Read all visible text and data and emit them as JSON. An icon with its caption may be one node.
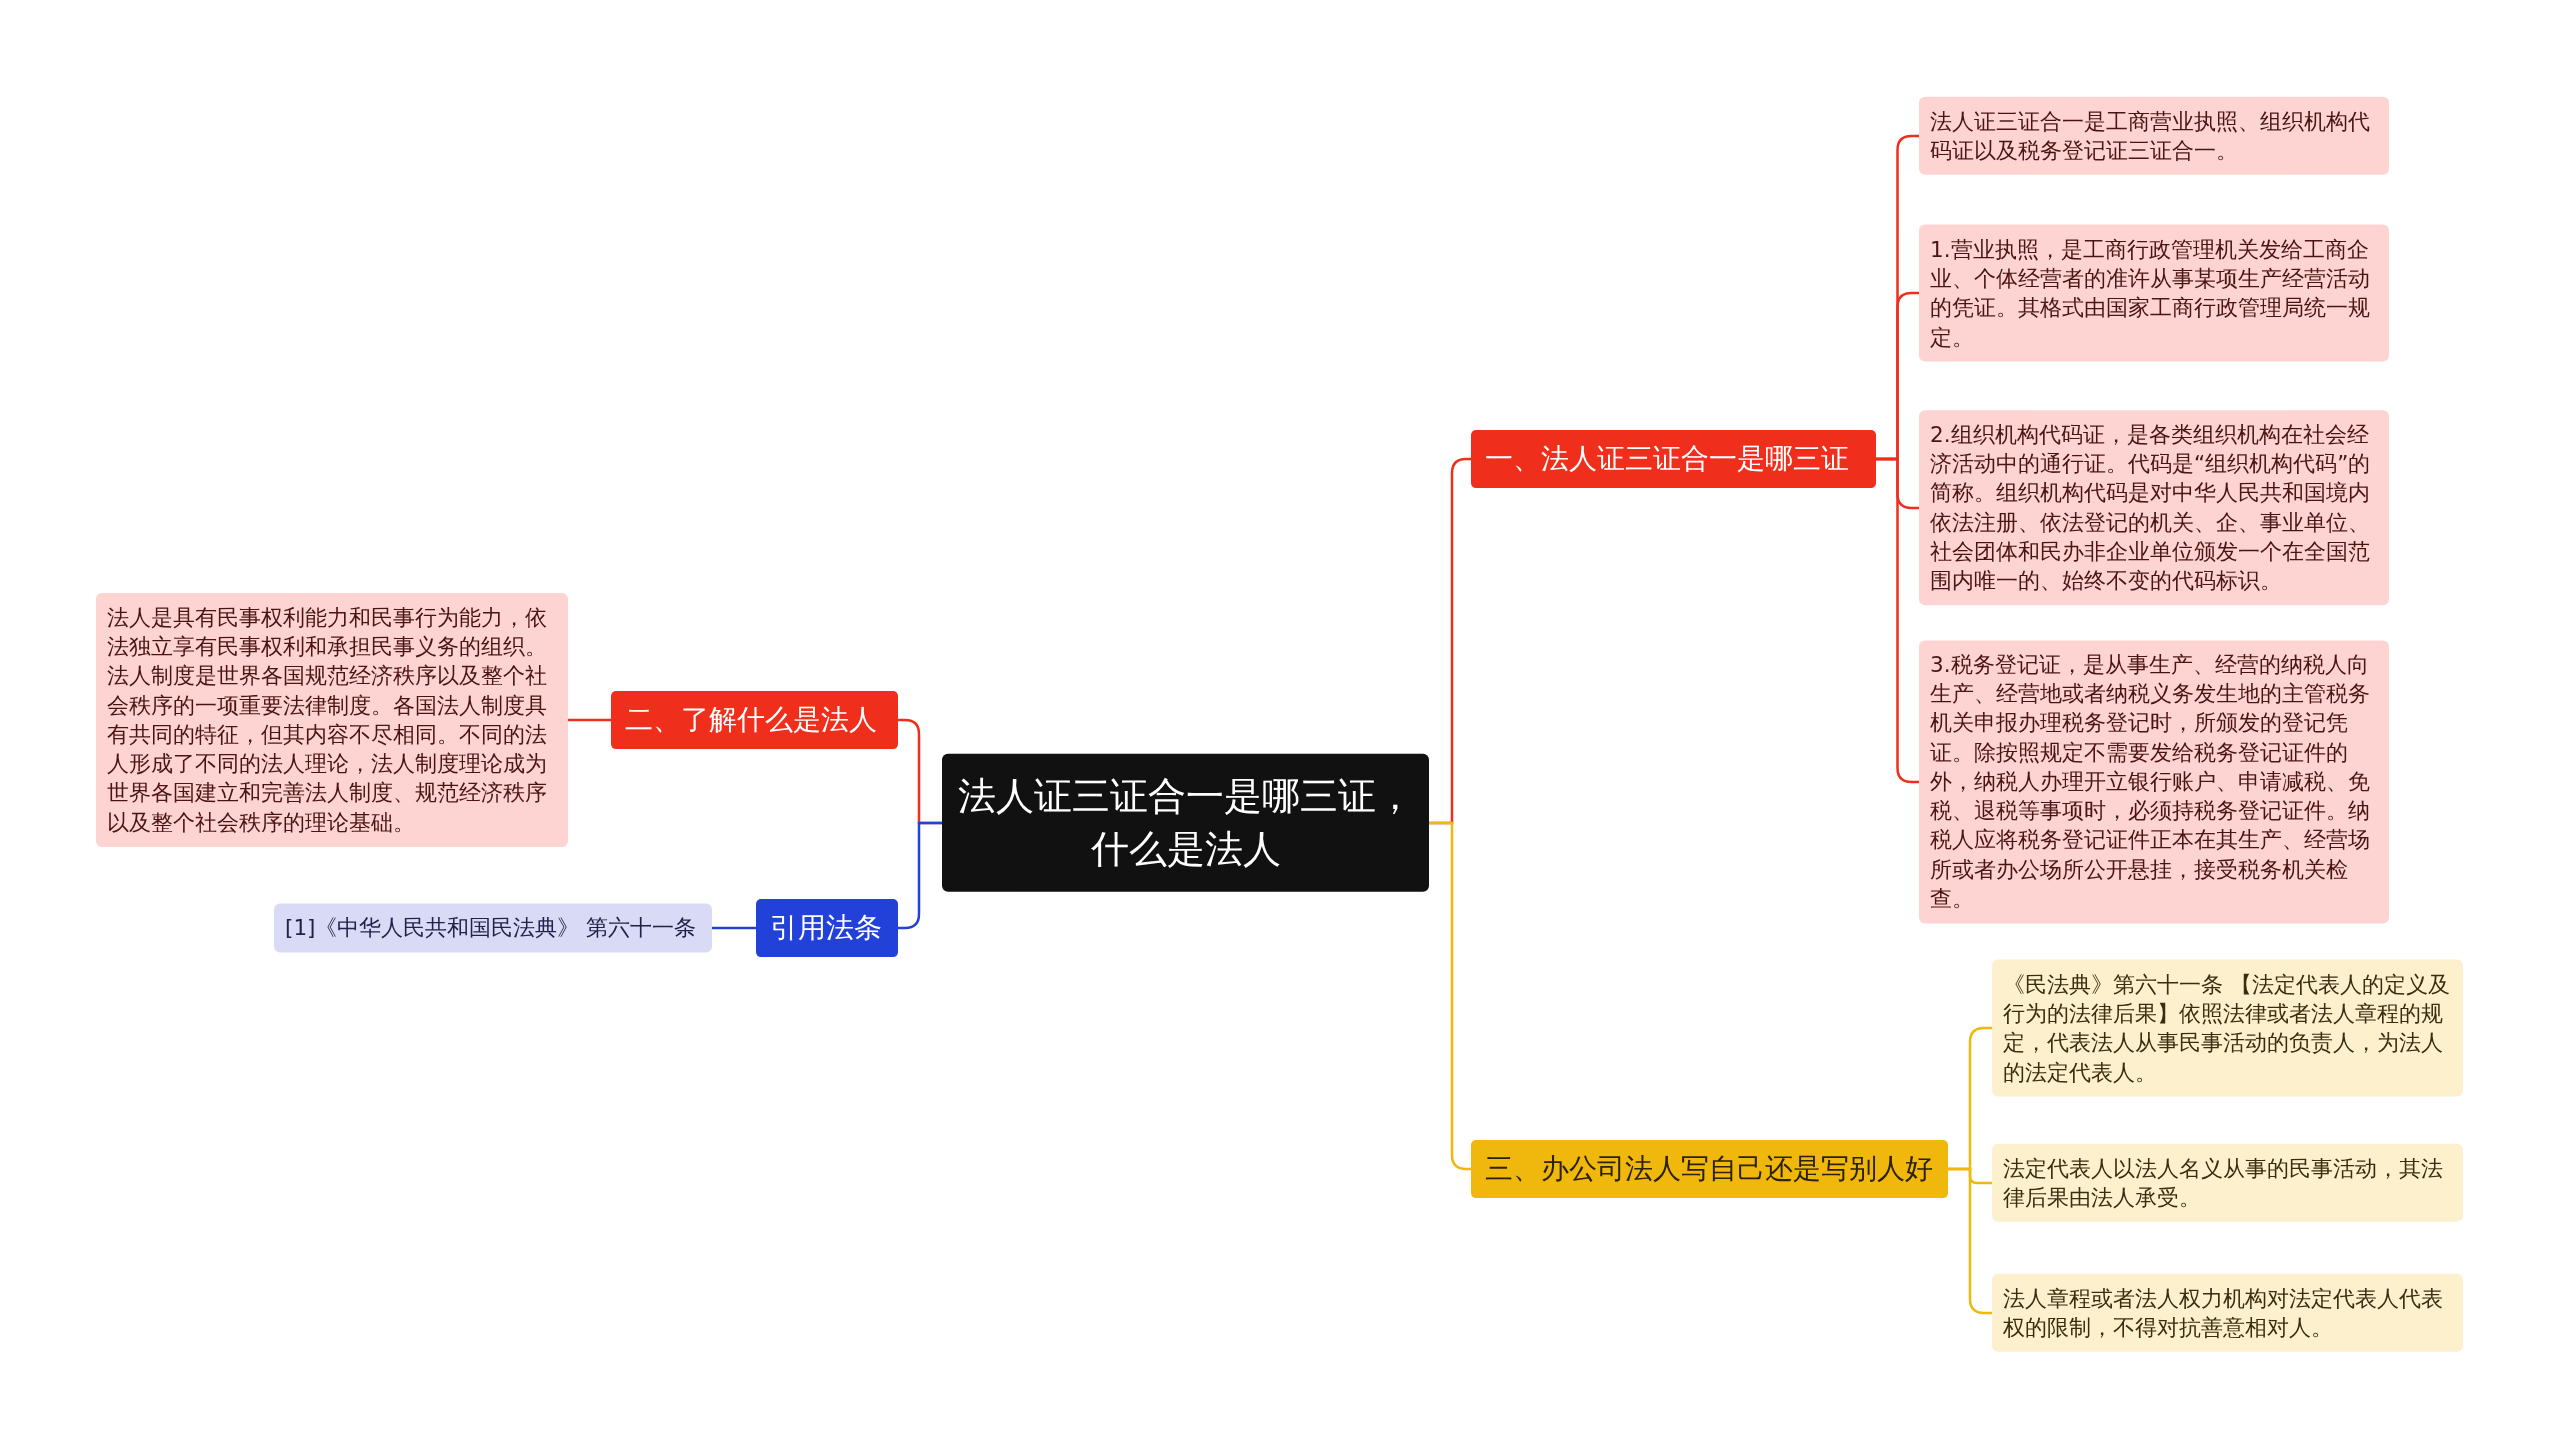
{
  "diagram": {
    "nodes": [
      {
        "text": [
          "法人证三证合一是哪三证，什么是法人"
        ]
      },
      {
        "text": [
          "一、法人证三证合一是哪三证"
        ]
      },
      {
        "text": [
          "法人证三证合一是工商营业执照、组织机构代码证以及税务登记证三证合一。"
        ]
      },
      {
        "text": [
          "1.营业执照，是工商行政管理机关发给工商企业、个体经营者的准许从事某项生产经营活动的凭证。其格式由国家工商行政管理局统一规定。"
        ]
      },
      {
        "text": [
          "2.组织机构代码证，是各类组织机构在社会经济活动中的通行证。代码是“组织机构代码”的简称。组织机构代码是对中华人民共和国境内依法注册、依法登记的机关、企、事业单位、社会团体和民办非企业单位颁发一个在全国范围内唯一的、始终不变的代码标识。"
        ]
      },
      {
        "text": [
          "3.税务登记证，是从事生产、经营的纳税人向生产、经营地或者纳税义务发生地的主管税务机关申报办理税务登记时，所颁发的登记凭证。除按照规定不需要发给税务登记证件的外，纳税人办理开立银行账户、申请减税、免税、退税等事项时，必须持税务登记证件。纳税人应将税务登记证件正本在其生产、经营场所或者办公场所公开悬挂，接受税务机关检查。"
        ]
      },
      {
        "text": [
          "二、了解什么是法人"
        ]
      },
      {
        "text": [
          "法人是具有民事权利能力和民事行为能力，依法独立享有民事权利和承担民事义务的组织。法人制度是世界各国规范经济秩序以及整个社会秩序的一项重要法律制度。各国法人制度具有共同的特征，但其内容不尽相同。不同的法人形成了不同的法人理论，法人制度理论成为世界各国建立和完善法人制度、规范经济秩序以及整个社会秩序的理论基础。"
        ]
      },
      {
        "text": [
          "引用法条"
        ]
      },
      {
        "text": [
          "[1]《中华人民共和国民法典》 第六十一条"
        ]
      },
      {
        "text": [
          "三、办公司法人写自己还是写别人好"
        ]
      },
      {
        "text": [
          "《民法典》第六十一条 【法定代表人的定义及行为的法律后果】依照法律或者法人章程的规定，代表法人从事民事活动的负责人，为法人的法定代表人。"
        ]
      },
      {
        "text": [
          "法定代表人以法人名义从事的民事活动，其法律后果由法人承受。"
        ]
      },
      {
        "text": [
          "法人章程或者法人权力机构对法定代表人代表权的限制，不得对抗善意相对人。"
        ]
      }
    ],
    "edges": [
      {
        "from": 0,
        "to": 1,
        "arrow": "none"
      },
      {
        "from": 1,
        "to": 2,
        "arrow": "none"
      },
      {
        "from": 1,
        "to": 3,
        "arrow": "none"
      },
      {
        "from": 1,
        "to": 4,
        "arrow": "none"
      },
      {
        "from": 1,
        "to": 5,
        "arrow": "none"
      },
      {
        "from": 0,
        "to": 6,
        "arrow": "none"
      },
      {
        "from": 6,
        "to": 7,
        "arrow": "none"
      },
      {
        "from": 0,
        "to": 8,
        "arrow": "none",
        "color": "#2443d6"
      },
      {
        "from": 8,
        "to": 9,
        "arrow": "none",
        "color": "#2443d6"
      },
      {
        "from": 0,
        "to": 10,
        "arrow": "none",
        "color": "#f0b70c"
      },
      {
        "from": 10,
        "to": 11,
        "arrow": "none",
        "color": "#f0b70c"
      },
      {
        "from": 10,
        "to": 12,
        "arrow": "none",
        "color": "#f0b70c"
      },
      {
        "from": 10,
        "to": 13,
        "arrow": "none",
        "color": "#f0b70c"
      }
    ]
  }
}
